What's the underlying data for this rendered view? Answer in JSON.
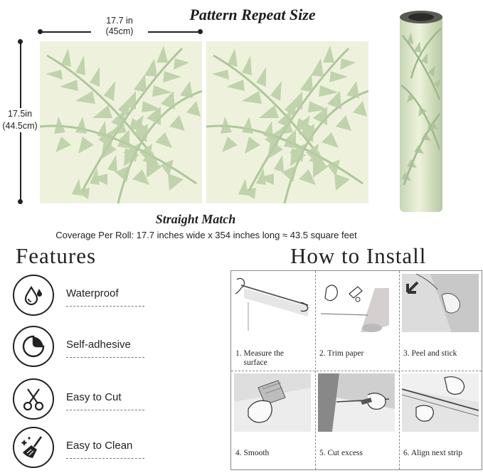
{
  "pattern": {
    "title": "Pattern Repeat Size",
    "width_in": "17.7 in",
    "width_cm": "(45cm)",
    "height_in": "17.5in",
    "height_cm": "(44.5cm)",
    "match": "Straight Match",
    "coverage": "Coverage Per Roll: 17.7 inches wide x 354 inches long ≈ 43.5 square feet"
  },
  "features": {
    "heading": "Features",
    "items": [
      {
        "label": "Waterproof",
        "icon": "water-drops-icon"
      },
      {
        "label": "Self-adhesive",
        "icon": "peel-sticker-icon"
      },
      {
        "label": "Easy to Cut",
        "icon": "scissors-icon"
      },
      {
        "label": "Easy to Clean",
        "icon": "broom-icon"
      }
    ]
  },
  "install": {
    "heading": "How to Install",
    "steps": [
      {
        "caption": "1. Measure the\n    surface"
      },
      {
        "caption": "2. Trim paper"
      },
      {
        "caption": "3. Peel and stick"
      },
      {
        "caption": "4. Smooth"
      },
      {
        "caption": "5. Cut excess"
      },
      {
        "caption": "6. Align next strip"
      }
    ]
  },
  "colors": {
    "leaf": "#a9c296",
    "leaf_dark": "#8fab7c",
    "background": "#eef2dc",
    "text": "#222222"
  }
}
